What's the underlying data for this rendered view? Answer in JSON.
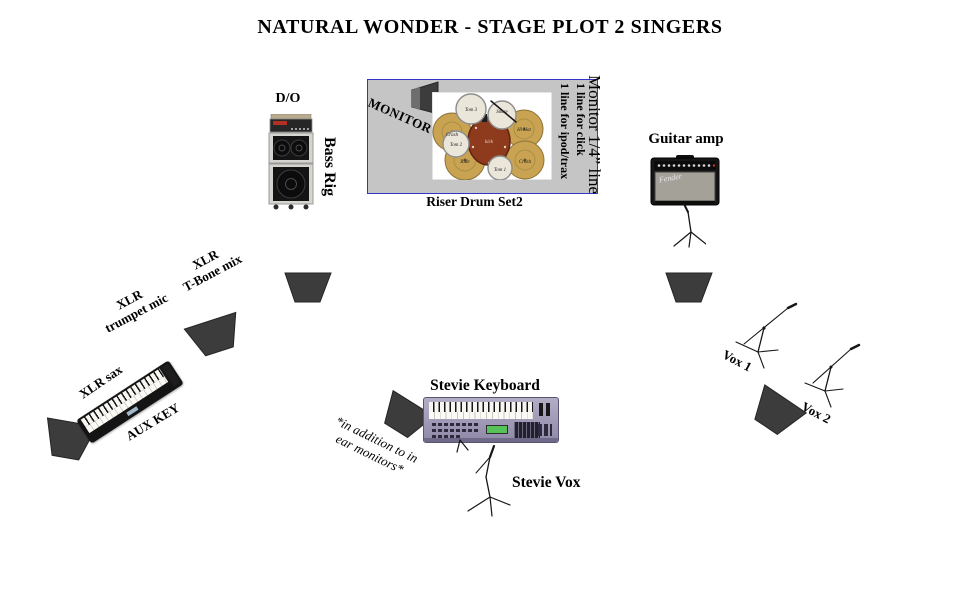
{
  "title": "NATURAL WONDER - STAGE PLOT 2 SINGERS",
  "colors": {
    "wedge": "#3c3c3c",
    "riser_bg": "#c5c5c5",
    "riser_border": "#3434c8",
    "cymbal": "#c9a351",
    "kick": "#8e3a1d",
    "kb_display": "#57c257"
  },
  "bass_rig": {
    "di_label": "D/O",
    "name_label": "Bass Rig"
  },
  "drum_riser": {
    "monitor_label": "MONITOR",
    "line_note_1": "1 line for ipod/trax",
    "line_note_2": "1 line for click",
    "monitor_line_label": "Monitor 1/4” line",
    "caption": "Riser Drum Set2",
    "kit_labels": {
      "crash_left": "Crash",
      "tom3": "Tom 3",
      "snare": "Snare",
      "tom2": "Tom 2",
      "hihat": "Hi Hat",
      "ride": "Ride",
      "crash_right": "Crash",
      "tom1": "Tom 1",
      "kick": "kick"
    }
  },
  "guitar": {
    "label": "Guitar amp"
  },
  "horns": {
    "tbone_line1": "XLR",
    "tbone_line2": "T-Bone mix",
    "trumpet_line1": "XLR",
    "trumpet_line2": "trumpet mic",
    "sax_label": "XLR sax",
    "aux_key_label": "AUX KEY"
  },
  "stevie": {
    "keyboard_label": "Stevie Keyboard",
    "note_line1": "*in addition to in",
    "note_line2": "ear monitors*",
    "vox_label": "Stevie Vox"
  },
  "singers": {
    "vox1_label": "Vox 1",
    "vox2_label": "Vox 2"
  }
}
